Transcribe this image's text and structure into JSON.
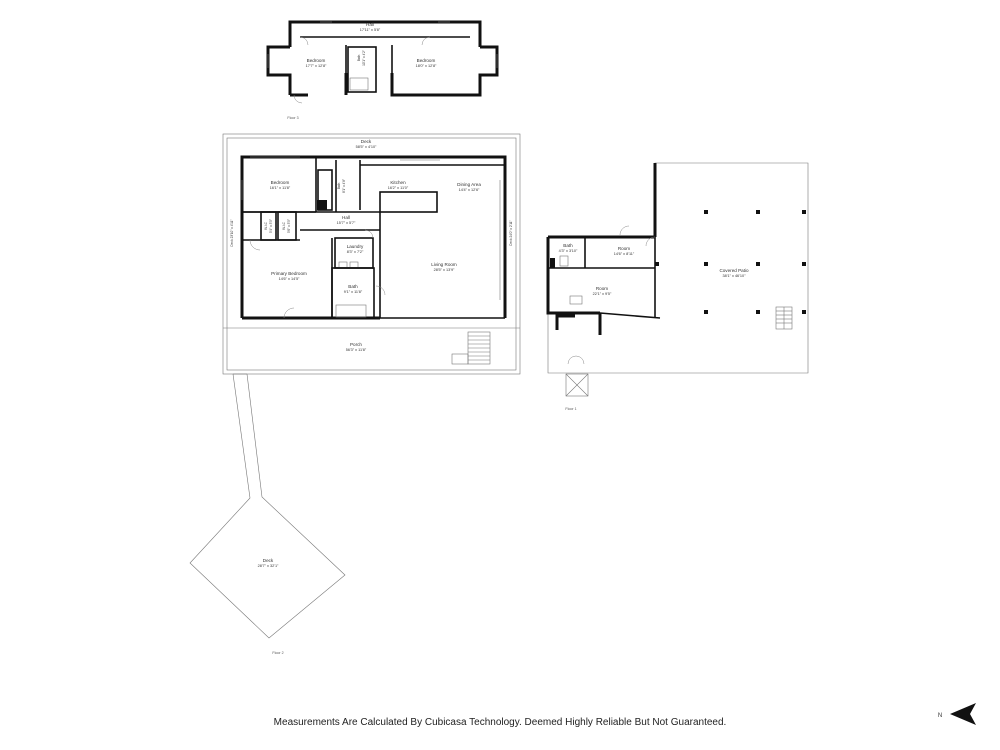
{
  "floor3": {
    "label": "Floor 3",
    "hall": {
      "name": "Hall",
      "dim": "17'11\" x 5'8\""
    },
    "bedroom_left": {
      "name": "Bedroom",
      "dim": "17'7\" x 12'8\""
    },
    "bedroom_right": {
      "name": "Bedroom",
      "dim": "18'0\" x 12'8\""
    },
    "bath": {
      "name": "Bath",
      "dim": "10'1\" x 4'2\""
    }
  },
  "floor2": {
    "label": "Floor 2",
    "deck_top": {
      "name": "Deck",
      "dim": "58'5\" x 4'10\""
    },
    "bedroom": {
      "name": "Bedroom",
      "dim": "16'1\" x 11'8\""
    },
    "bath_small": {
      "name": "Bath",
      "dim": "8'1\" x 4'8\""
    },
    "kitchen": {
      "name": "Kitchen",
      "dim": "16'2\" x 11'0\""
    },
    "dining": {
      "name": "Dining Area",
      "dim": "14'4\" x 12'6\""
    },
    "hall": {
      "name": "Hall",
      "dim": "15'7\" x 5'7\""
    },
    "closet_a": {
      "name": "W.I.C",
      "dim": "5'4\" x 3'5\""
    },
    "closet_b": {
      "name": "W.I.C",
      "dim": "5'6\" x 3'5\""
    },
    "laundry": {
      "name": "Laundry",
      "dim": "8'3\" x 7'2\""
    },
    "living": {
      "name": "Living Room",
      "dim": "28'5\" x 13'9\""
    },
    "primary": {
      "name": "Primary Bedroom",
      "dim": "14'6\" x 14'5\""
    },
    "bath": {
      "name": "Bath",
      "dim": "9'1\" x 11'8\""
    },
    "porch": {
      "name": "Porch",
      "dim": "56'3\" x 11'8\""
    },
    "deck_left_side": "Deck 23'10\" x 4'11\"",
    "deck_right_side": "Deck 24'0\" x 2'11\"",
    "deck_lower": {
      "name": "Deck",
      "dim": "28'7\" x 32'1\""
    }
  },
  "floor1": {
    "label": "Floor 1",
    "bath": {
      "name": "Bath",
      "dim": "4'3\" x 3'10\""
    },
    "room_a": {
      "name": "Room",
      "dim": "14'6\" x 8'11\""
    },
    "room_b": {
      "name": "Room",
      "dim": "22'1\" x 9'5\""
    },
    "covered_patio": {
      "name": "Covered Patio",
      "dim": "38'1\" x 46'10\""
    }
  },
  "compass": {
    "label": "N"
  },
  "footer": "Measurements Are Calculated By Cubicasa Technology. Deemed Highly Reliable But Not Guaranteed."
}
